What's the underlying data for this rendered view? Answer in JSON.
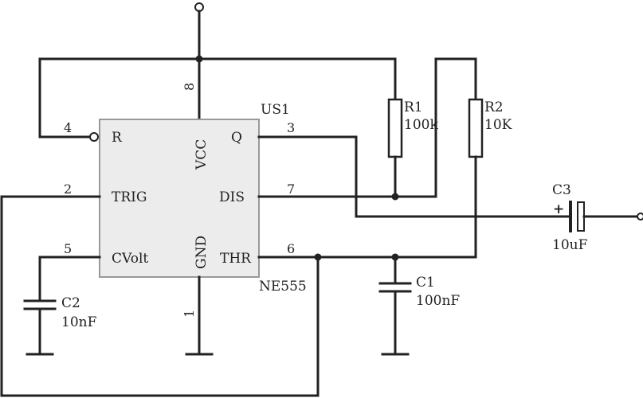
{
  "ic": {
    "designator": "US1",
    "part": "NE555",
    "pins": {
      "r": "R",
      "vcc": "VCC",
      "q": "Q",
      "trig": "TRIG",
      "dis": "DIS",
      "cvolt": "CVolt",
      "gnd": "GND",
      "thr": "THR"
    },
    "pin_numbers": {
      "r": "4",
      "vcc": "8",
      "q": "3",
      "trig": "2",
      "dis": "7",
      "cvolt": "5",
      "thr": "6",
      "gnd": "1"
    },
    "colors": {
      "body": "#ececec",
      "outline": "#999999"
    }
  },
  "components": {
    "r1": {
      "ref": "R1",
      "value": "100k"
    },
    "r2": {
      "ref": "R2",
      "value": "10K"
    },
    "c1": {
      "ref": "C1",
      "value": "100nF"
    },
    "c2": {
      "ref": "C2",
      "value": "10nF"
    },
    "c3": {
      "ref": "C3",
      "value": "10uF",
      "polarity": "+"
    }
  },
  "colors": {
    "wire": "#222222",
    "background": "#ffffff"
  }
}
